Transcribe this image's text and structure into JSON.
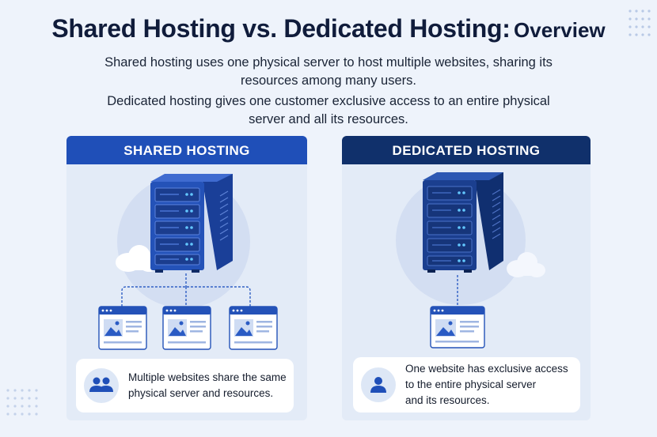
{
  "title": {
    "main": "Shared Hosting vs. Dedicated Hosting:",
    "sub": "Overview"
  },
  "intro": {
    "shared_desc": "Shared hosting uses one physical server to host multiple websites, sharing its resources among many users.",
    "dedicated_desc": "Dedicated hosting gives one customer exclusive access to an entire physical server and all its resources."
  },
  "panels": {
    "shared": {
      "header": "SHARED HOSTING",
      "caption": "Multiple websites share the same\nphysical server and resources.",
      "icon": "users-icon",
      "website_count": 3
    },
    "dedicated": {
      "header": "DEDICATED HOSTING",
      "caption": "One website has exclusive access\nto the entire physical server\nand its resources.",
      "icon": "user-icon",
      "website_count": 1
    }
  },
  "colors": {
    "shared_header": "#1f4fb8",
    "dedicated_header": "#10306b",
    "server_body": "#2452b8",
    "panel_bg": "#e3ebf7",
    "page_bg": "#eef3fb"
  }
}
